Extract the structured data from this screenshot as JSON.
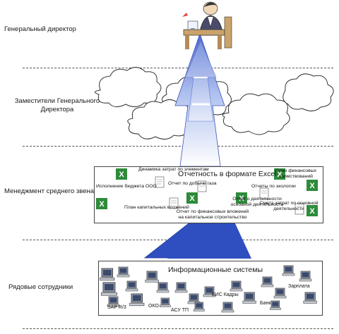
{
  "levels": {
    "general_director": "Генеральный директор",
    "deputies": "Заместители Генерального Директора",
    "middle_management": "Менеджмент среднего звена",
    "employees": "Рядовые сотрудники"
  },
  "reports_box": {
    "title": "Отчетность в формате Excel",
    "items": [
      "Динамика затрат по элементам",
      "Исполнение бюджета ООО",
      "Отчет по добыче газа",
      "План капитальных вложений",
      "Отчет по финансовых вложений на капитальное строительство",
      "Отчет о деятельности основной деятельности",
      "Отчеты по экологии",
      "План финансовых заимствований",
      "Смета затрат по основной деятельности"
    ]
  },
  "systems_box": {
    "title": "Информационные системы",
    "items": [
      "SAP R/3",
      "ОКО",
      "АСУ ТП",
      "ЕИС Кадры",
      "Банк",
      "Зарплата"
    ]
  },
  "icons": [
    "executive-at-desk-icon",
    "cloud-icon",
    "excel-icon",
    "document-icon",
    "computer-icon"
  ],
  "colors": {
    "arrow_dark": "#2f4fc0",
    "arrow_light": "#c9d6f5",
    "excel_green": "#2e8b3a"
  }
}
